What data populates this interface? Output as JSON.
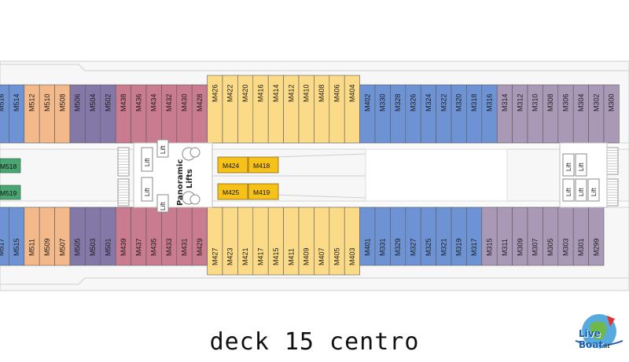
{
  "title": "deck 15 centro",
  "logo": {
    "line1": "Live",
    "line2": "Boat",
    "suffix": ".it"
  },
  "labels": {
    "lift": "Lift",
    "panoramic_line1": "Panoramic",
    "panoramic_line2": "Lifts"
  },
  "colors": {
    "blue": "#6e93d4",
    "orange": "#f3b98a",
    "purple": "#8478a9",
    "pink": "#c97b90",
    "yellow": "#fbdb87",
    "gold": "#f6c21a",
    "teal": "#6dbca8",
    "green": "#4aa572",
    "mauve": "#aa99b6"
  },
  "top_row": [
    {
      "id": "M516",
      "c": "blue"
    },
    {
      "id": "M514",
      "c": "blue"
    },
    {
      "id": "M512",
      "c": "orange"
    },
    {
      "id": "M510",
      "c": "orange"
    },
    {
      "id": "M508",
      "c": "orange"
    },
    {
      "id": "M506",
      "c": "purple"
    },
    {
      "id": "M504",
      "c": "purple"
    },
    {
      "id": "M502",
      "c": "purple"
    },
    {
      "id": "M438",
      "c": "pink"
    },
    {
      "id": "M436",
      "c": "pink"
    },
    {
      "id": "M434",
      "c": "pink"
    },
    {
      "id": "M432",
      "c": "pink"
    },
    {
      "id": "M430",
      "c": "pink"
    },
    {
      "id": "M428",
      "c": "pink"
    },
    {
      "id": "M426",
      "c": "yellow"
    },
    {
      "id": "M422",
      "c": "yellow"
    },
    {
      "id": "M420",
      "c": "yellow"
    },
    {
      "id": "M416",
      "c": "yellow"
    },
    {
      "id": "M414",
      "c": "yellow"
    },
    {
      "id": "M412",
      "c": "yellow"
    },
    {
      "id": "M410",
      "c": "yellow"
    },
    {
      "id": "M408",
      "c": "yellow"
    },
    {
      "id": "M406",
      "c": "yellow"
    },
    {
      "id": "M404",
      "c": "yellow"
    },
    {
      "id": "M402",
      "c": "blue"
    },
    {
      "id": "M330",
      "c": "blue"
    },
    {
      "id": "M328",
      "c": "blue"
    },
    {
      "id": "M326",
      "c": "blue"
    },
    {
      "id": "M324",
      "c": "blue"
    },
    {
      "id": "M322",
      "c": "blue"
    },
    {
      "id": "M320",
      "c": "blue"
    },
    {
      "id": "M318",
      "c": "blue"
    },
    {
      "id": "M316",
      "c": "blue"
    },
    {
      "id": "M314",
      "c": "mauve"
    },
    {
      "id": "M312",
      "c": "mauve"
    },
    {
      "id": "M310",
      "c": "mauve"
    },
    {
      "id": "M308",
      "c": "mauve"
    },
    {
      "id": "M306",
      "c": "mauve"
    },
    {
      "id": "M304",
      "c": "mauve"
    },
    {
      "id": "M302",
      "c": "mauve"
    },
    {
      "id": "M300",
      "c": "mauve"
    }
  ],
  "bottom_row": [
    {
      "id": "M517",
      "c": "blue"
    },
    {
      "id": "M515",
      "c": "blue"
    },
    {
      "id": "M511",
      "c": "orange"
    },
    {
      "id": "M509",
      "c": "orange"
    },
    {
      "id": "M507",
      "c": "orange"
    },
    {
      "id": "M505",
      "c": "purple"
    },
    {
      "id": "M503",
      "c": "purple"
    },
    {
      "id": "M501",
      "c": "purple"
    },
    {
      "id": "M439",
      "c": "pink"
    },
    {
      "id": "M437",
      "c": "pink"
    },
    {
      "id": "M435",
      "c": "pink"
    },
    {
      "id": "M433",
      "c": "pink"
    },
    {
      "id": "M431",
      "c": "pink"
    },
    {
      "id": "M429",
      "c": "pink"
    },
    {
      "id": "M427",
      "c": "yellow"
    },
    {
      "id": "M423",
      "c": "yellow"
    },
    {
      "id": "M421",
      "c": "yellow"
    },
    {
      "id": "M417",
      "c": "yellow"
    },
    {
      "id": "M415",
      "c": "yellow"
    },
    {
      "id": "M411",
      "c": "yellow"
    },
    {
      "id": "M409",
      "c": "yellow"
    },
    {
      "id": "M407",
      "c": "yellow"
    },
    {
      "id": "M405",
      "c": "yellow"
    },
    {
      "id": "M403",
      "c": "yellow"
    },
    {
      "id": "M401",
      "c": "blue"
    },
    {
      "id": "M331",
      "c": "blue"
    },
    {
      "id": "M329",
      "c": "blue"
    },
    {
      "id": "M327",
      "c": "blue"
    },
    {
      "id": "M325",
      "c": "blue"
    },
    {
      "id": "M321",
      "c": "blue"
    },
    {
      "id": "M319",
      "c": "blue"
    },
    {
      "id": "M317",
      "c": "blue"
    },
    {
      "id": "M315",
      "c": "mauve"
    },
    {
      "id": "M311",
      "c": "mauve"
    },
    {
      "id": "M309",
      "c": "mauve"
    },
    {
      "id": "M307",
      "c": "mauve"
    },
    {
      "id": "M305",
      "c": "mauve"
    },
    {
      "id": "M303",
      "c": "mauve"
    },
    {
      "id": "M301",
      "c": "mauve"
    },
    {
      "id": "M299",
      "c": "mauve"
    }
  ],
  "center_cabins": [
    {
      "id": "M424",
      "c": "gold"
    },
    {
      "id": "M418",
      "c": "gold"
    },
    {
      "id": "M425",
      "c": "gold"
    },
    {
      "id": "M419",
      "c": "gold"
    }
  ],
  "left_cabins": [
    {
      "id": "M518",
      "c": "green"
    },
    {
      "id": "M519",
      "c": "green"
    }
  ]
}
